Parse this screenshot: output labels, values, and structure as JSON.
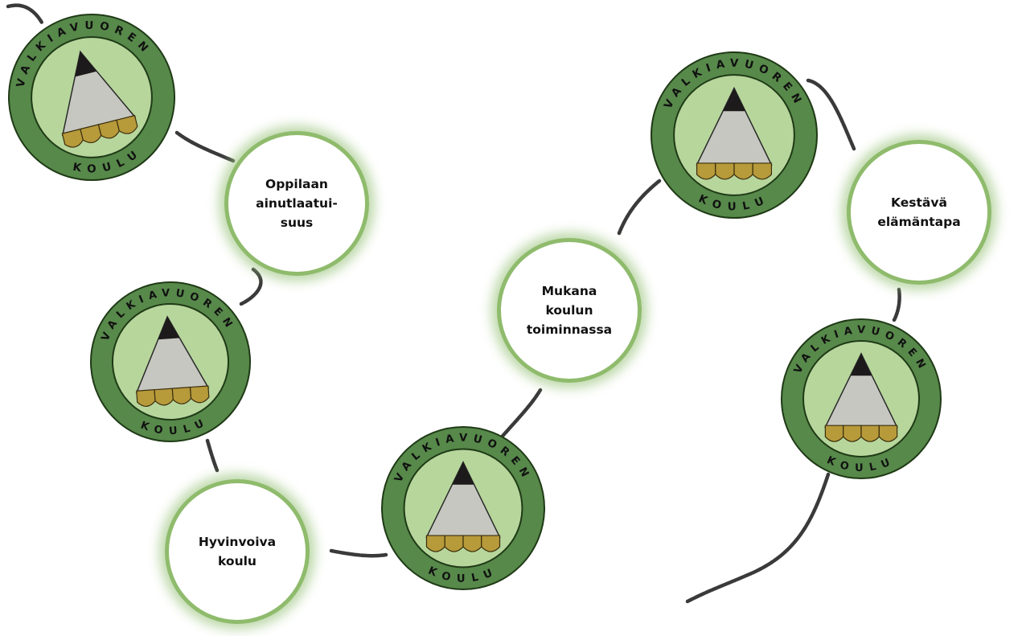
{
  "colors": {
    "ring": "#57894a",
    "inner": "#b7d69c",
    "ring_outline": "#1f3a16",
    "pencil_wood": "#c6c7c0",
    "pencil_tip": "#1c1a1a",
    "pencil_band": "#b79a3a",
    "thread": "#3a3a3a",
    "bubble_border": "#8fbb6c"
  },
  "logos": [
    {
      "id": "logo-1",
      "top_text": "VALKIAVUOREN",
      "bottom_text": "KOULU"
    },
    {
      "id": "logo-2",
      "top_text": "VALKIAVUOREN",
      "bottom_text": "KOULU"
    },
    {
      "id": "logo-3",
      "top_text": "VALKIAVUOREN",
      "bottom_text": "KOULU"
    },
    {
      "id": "logo-4",
      "top_text": "VALKIAVUOREN",
      "bottom_text": "KOULU"
    },
    {
      "id": "logo-5",
      "top_text": "VALKIAVUOREN",
      "bottom_text": "KOULU"
    }
  ],
  "bubbles": [
    {
      "id": "oppilaan-ainutlaatuisuus",
      "text": "Oppilaan\nainutlaatui-\nsuus"
    },
    {
      "id": "hyvinvoiva-koulu",
      "text": "Hyvinvoiva\nkoulu"
    },
    {
      "id": "mukana-koulun-toiminnassa",
      "text": "Mukana\nkoulun\ntoiminnassa"
    },
    {
      "id": "kestava-elamantapa",
      "text": "Kestävä\nelämäntapa"
    }
  ]
}
